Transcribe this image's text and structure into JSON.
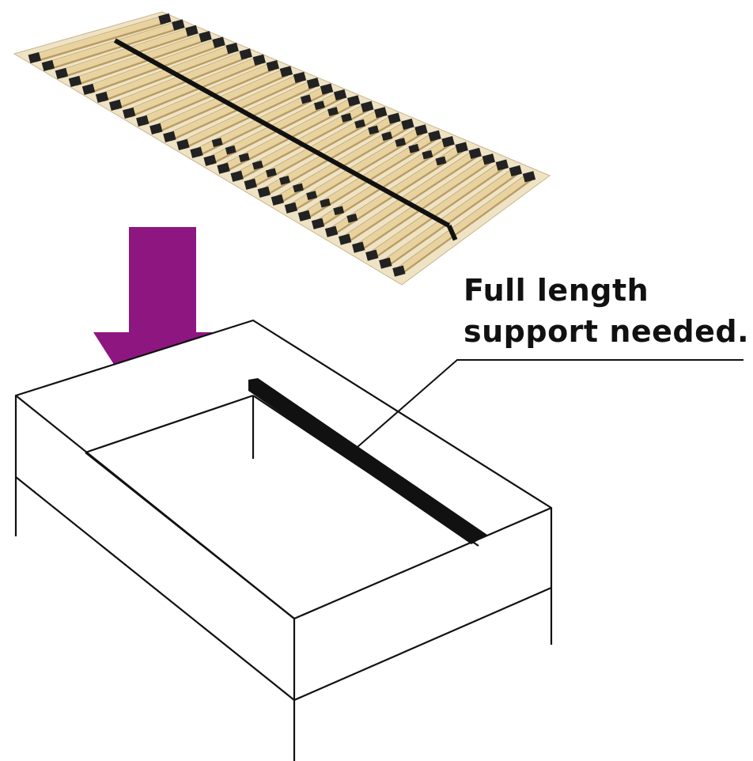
{
  "callout": {
    "line1": "Full length",
    "line2": "support needed."
  },
  "colors": {
    "arrow": "#8E1680",
    "slat": "#E8D3A0",
    "frame": "#EFE3C6",
    "strap": "#111111",
    "outline": "#111111"
  },
  "icons": [
    "slatted-bed-base",
    "down-arrow",
    "bed-frame-box"
  ]
}
